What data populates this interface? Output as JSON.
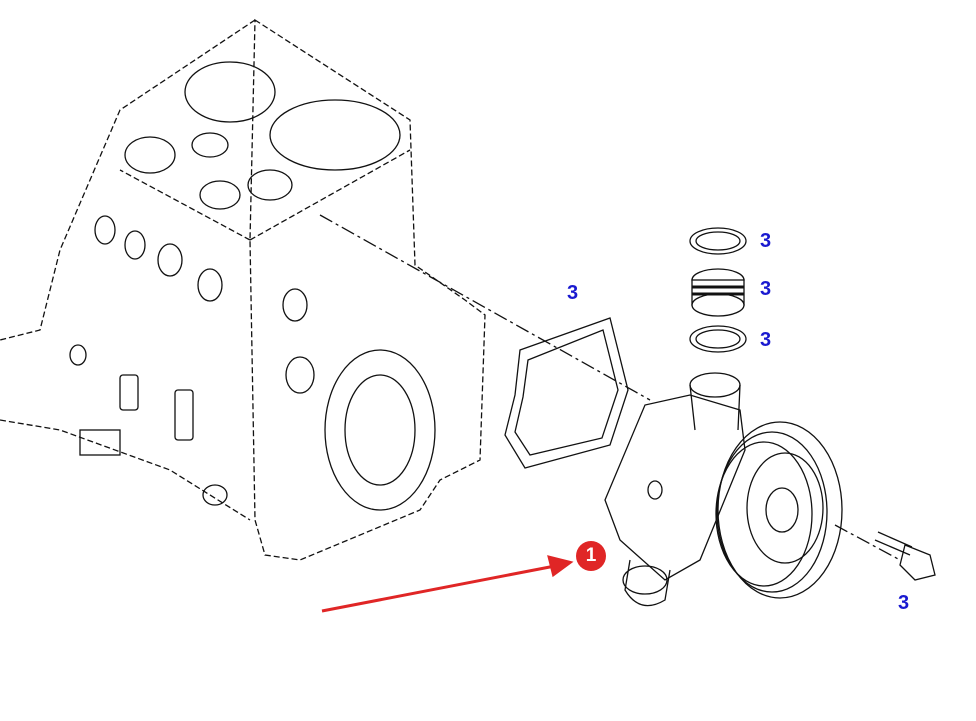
{
  "callouts": [
    {
      "id": "gasket",
      "text": "3"
    },
    {
      "id": "oring-top",
      "text": "3"
    },
    {
      "id": "seal",
      "text": "3"
    },
    {
      "id": "oring-bottom",
      "text": "3"
    },
    {
      "id": "bolt",
      "text": "3"
    }
  ],
  "highlight": {
    "text": "1",
    "color": "#e02626"
  },
  "label_color": "#1a1ad0"
}
